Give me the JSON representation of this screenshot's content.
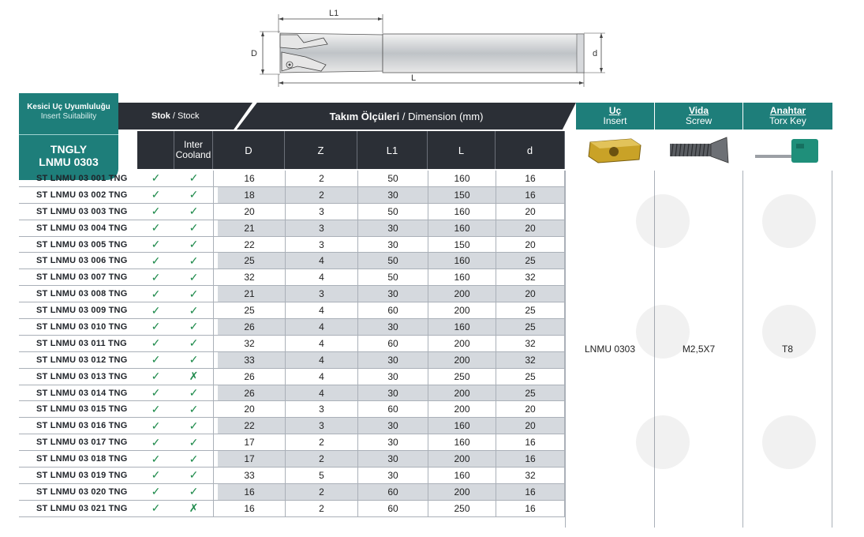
{
  "drawing": {
    "labels": {
      "L1": "L1",
      "L": "L",
      "D": "D",
      "d": "d"
    }
  },
  "header": {
    "suitability_title": "Kesici Uç Uyumluluğu",
    "suitability_sub": "Insert Suitability",
    "insert_type_line1": "TNGLY",
    "insert_type_line2": "LNMU 0303",
    "stock_tr": "Stok",
    "stock_sep": " / ",
    "stock_en": "Stock",
    "dimension_tr": "Takım Ölçüleri",
    "dimension_sep": " / ",
    "dimension_en": "Dimension (mm)",
    "insert_tr": "Uç",
    "insert_en": "Insert",
    "screw_tr": "Vida",
    "screw_en": "Screw",
    "key_tr": "Anahtar",
    "key_en": "Torx Key"
  },
  "columns": {
    "inter_line1": "Inter",
    "inter_line2": "Cooland",
    "D": "D",
    "Z": "Z",
    "L1": "L1",
    "L": "L",
    "d": "d"
  },
  "rows": [
    {
      "code": "ST LNMU 03 001 TNG",
      "stock": "✓",
      "inter": "✓",
      "D": "16",
      "Z": "2",
      "L1": "50",
      "L": "160",
      "d": "16"
    },
    {
      "code": "ST LNMU 03 002 TNG",
      "stock": "✓",
      "inter": "✓",
      "D": "18",
      "Z": "2",
      "L1": "30",
      "L": "150",
      "d": "16"
    },
    {
      "code": "ST LNMU 03 003 TNG",
      "stock": "✓",
      "inter": "✓",
      "D": "20",
      "Z": "3",
      "L1": "50",
      "L": "160",
      "d": "20"
    },
    {
      "code": "ST LNMU 03 004 TNG",
      "stock": "✓",
      "inter": "✓",
      "D": "21",
      "Z": "3",
      "L1": "30",
      "L": "160",
      "d": "20"
    },
    {
      "code": "ST LNMU 03 005 TNG",
      "stock": "✓",
      "inter": "✓",
      "D": "22",
      "Z": "3",
      "L1": "30",
      "L": "150",
      "d": "20"
    },
    {
      "code": "ST LNMU 03 006 TNG",
      "stock": "✓",
      "inter": "✓",
      "D": "25",
      "Z": "4",
      "L1": "50",
      "L": "160",
      "d": "25"
    },
    {
      "code": "ST LNMU 03 007 TNG",
      "stock": "✓",
      "inter": "✓",
      "D": "32",
      "Z": "4",
      "L1": "50",
      "L": "160",
      "d": "32"
    },
    {
      "code": "ST LNMU 03 008 TNG",
      "stock": "✓",
      "inter": "✓",
      "D": "21",
      "Z": "3",
      "L1": "30",
      "L": "200",
      "d": "20"
    },
    {
      "code": "ST LNMU 03 009 TNG",
      "stock": "✓",
      "inter": "✓",
      "D": "25",
      "Z": "4",
      "L1": "60",
      "L": "200",
      "d": "25"
    },
    {
      "code": "ST LNMU 03 010 TNG",
      "stock": "✓",
      "inter": "✓",
      "D": "26",
      "Z": "4",
      "L1": "30",
      "L": "160",
      "d": "25"
    },
    {
      "code": "ST LNMU 03 011 TNG",
      "stock": "✓",
      "inter": "✓",
      "D": "32",
      "Z": "4",
      "L1": "60",
      "L": "200",
      "d": "32"
    },
    {
      "code": "ST LNMU 03 012 TNG",
      "stock": "✓",
      "inter": "✓",
      "D": "33",
      "Z": "4",
      "L1": "30",
      "L": "200",
      "d": "32"
    },
    {
      "code": "ST LNMU 03 013 TNG",
      "stock": "✓",
      "inter": "✗",
      "D": "26",
      "Z": "4",
      "L1": "30",
      "L": "250",
      "d": "25"
    },
    {
      "code": "ST LNMU 03 014 TNG",
      "stock": "✓",
      "inter": "✓",
      "D": "26",
      "Z": "4",
      "L1": "30",
      "L": "200",
      "d": "25"
    },
    {
      "code": "ST LNMU 03 015 TNG",
      "stock": "✓",
      "inter": "✓",
      "D": "20",
      "Z": "3",
      "L1": "60",
      "L": "200",
      "d": "20"
    },
    {
      "code": "ST LNMU 03 016 TNG",
      "stock": "✓",
      "inter": "✓",
      "D": "22",
      "Z": "3",
      "L1": "30",
      "L": "160",
      "d": "20"
    },
    {
      "code": "ST LNMU 03 017 TNG",
      "stock": "✓",
      "inter": "✓",
      "D": "17",
      "Z": "2",
      "L1": "30",
      "L": "160",
      "d": "16"
    },
    {
      "code": "ST LNMU 03 018 TNG",
      "stock": "✓",
      "inter": "✓",
      "D": "17",
      "Z": "2",
      "L1": "30",
      "L": "200",
      "d": "16"
    },
    {
      "code": "ST LNMU 03 019 TNG",
      "stock": "✓",
      "inter": "✓",
      "D": "33",
      "Z": "5",
      "L1": "30",
      "L": "160",
      "d": "32"
    },
    {
      "code": "ST LNMU 03 020 TNG",
      "stock": "✓",
      "inter": "✓",
      "D": "16",
      "Z": "2",
      "L1": "60",
      "L": "200",
      "d": "16"
    },
    {
      "code": "ST LNMU 03 021 TNG",
      "stock": "✓",
      "inter": "✗",
      "D": "16",
      "Z": "2",
      "L1": "60",
      "L": "250",
      "d": "16"
    }
  ],
  "merged": {
    "insert": "LNMU 0303",
    "screw": "M2,5X7",
    "key": "T8"
  },
  "colors": {
    "dark_header": "#2b2f36",
    "teal": "#1e7e7a",
    "check_green": "#1e8a4b",
    "row_alt": "#d5d9de",
    "insert_gold": "#c9a227"
  }
}
